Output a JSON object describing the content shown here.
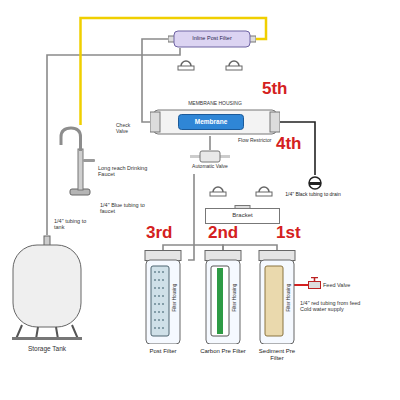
{
  "diagram": {
    "nodes": [
      {
        "text": [
          "Inline Post Filter"
        ]
      },
      {
        "text": [
          "MEMBRANE HOUSING"
        ]
      },
      {
        "text": [
          "Membrane"
        ],
        "in": 1
      },
      {
        "text": [
          "Long reach Drinking Faucet"
        ]
      },
      {
        "text": [
          "Automatic Valve"
        ]
      },
      {
        "text": [
          "Bracket"
        ]
      },
      {
        "text": [
          "Storage Tank"
        ]
      },
      {
        "text": [
          "Filter Housing",
          "Post Filter"
        ]
      },
      {
        "text": [
          "Filter Housing",
          "Carbon Pre Filter"
        ]
      },
      {
        "text": [
          "Filter Housing",
          "Sediment Pre Filter"
        ]
      },
      {
        "text": [
          "Feed Valve"
        ]
      },
      {
        "text": [
          "1/4\" Black tubing to drain"
        ]
      }
    ],
    "edges": [
      {
        "from": 10,
        "to": 9,
        "arrow": "none"
      },
      {
        "from": 9,
        "to": 8,
        "arrow": "none"
      },
      {
        "from": 8,
        "to": 7,
        "arrow": "none"
      },
      {
        "from": 7,
        "to": 4,
        "arrow": "none"
      },
      {
        "from": 4,
        "to": 1,
        "arrow": "none"
      },
      {
        "from": 1,
        "to": 11,
        "arrow": "none"
      },
      {
        "from": 1,
        "to": 0,
        "arrow": "none"
      },
      {
        "from": 6,
        "to": 0,
        "arrow": "none"
      },
      {
        "from": 0,
        "to": 3,
        "arrow": "none"
      }
    ],
    "labels": [
      "5th",
      "4th",
      "3rd",
      "2nd",
      "1st",
      "1/4\" Blue tubing to faucet",
      "1/4\" tubing to tank",
      "1/4\" red tubing from feed Cold water supply",
      "Check Valve",
      "Flow Restrictor"
    ]
  }
}
